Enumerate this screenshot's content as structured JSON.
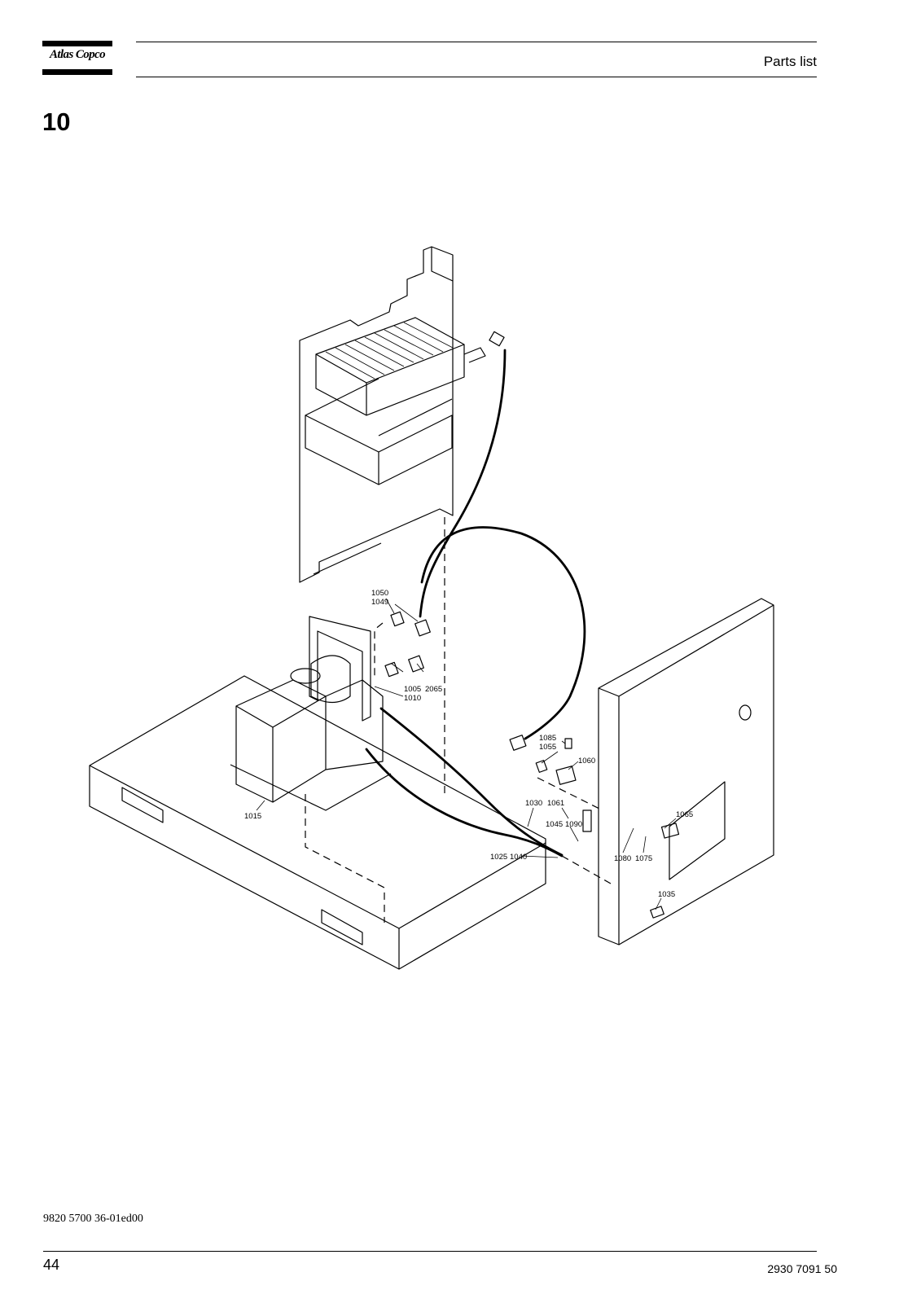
{
  "header": {
    "brand": "Atlas Copco",
    "title": "Parts list"
  },
  "section": {
    "number": "10"
  },
  "diagram": {
    "callouts": {
      "c1050": "1050",
      "c1049": "1049",
      "c1005": "1005",
      "c2065": "2065",
      "c1010": "1010",
      "c1015": "1015",
      "c1085": "1085",
      "c1055": "1055",
      "c1060": "1060",
      "c1030": "1030",
      "c1061": "1061",
      "c1045": "1045",
      "c1090": "1090",
      "c1025": "1025",
      "c1040": "1040",
      "c1065": "1065",
      "c1080": "1080",
      "c1075": "1075",
      "c1035": "1035"
    }
  },
  "footer": {
    "doc_number": "9820 5700 36-01ed00",
    "page_number": "44",
    "part_number": "2930 7091 50"
  }
}
